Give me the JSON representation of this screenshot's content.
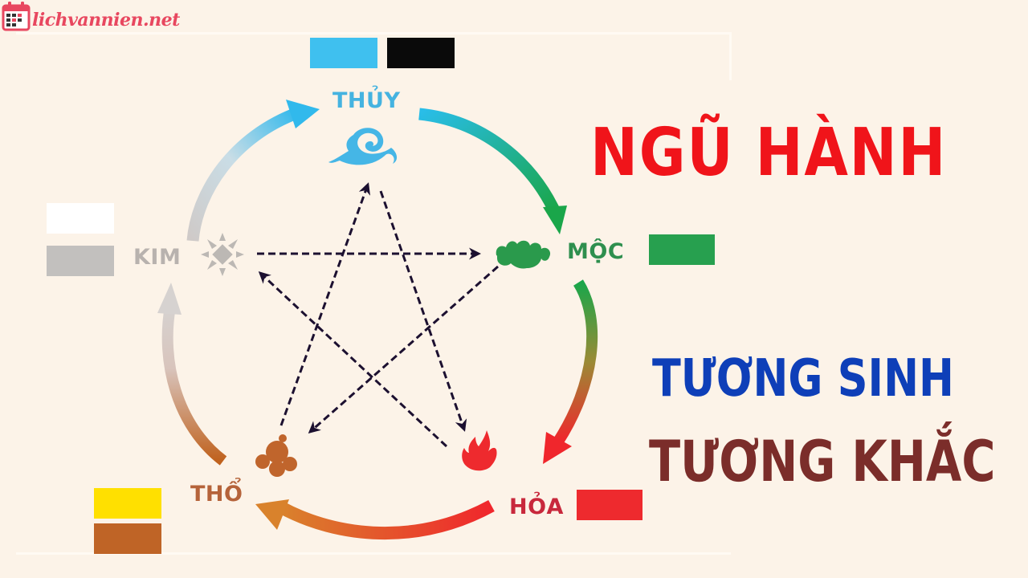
{
  "watermark": {
    "site": "lichvannien.net",
    "icon": "calendar-icon",
    "color": "#e8475f"
  },
  "title": {
    "main": "NGŨ HÀNH",
    "line1": "TƯƠNG SINH",
    "line2": "TƯƠNG KHẮC",
    "colors": {
      "main": "#f0141a",
      "line1": "#0e3fb8",
      "line2": "#7b2d2a"
    }
  },
  "elements": [
    {
      "key": "thuy",
      "label": "THỦY",
      "icon": "water-wave-icon",
      "color": "#45b3e0",
      "swatches": [
        "#3fc0ef",
        "#0a0a0a"
      ]
    },
    {
      "key": "moc",
      "label": "MỘC",
      "icon": "wood-dragon-icon",
      "color": "#2e8f4e",
      "swatches": [
        "#27a04f"
      ]
    },
    {
      "key": "hoa",
      "label": "HỎA",
      "icon": "fire-flame-icon",
      "color": "#c8283c",
      "swatches": [
        "#ee2a2e"
      ]
    },
    {
      "key": "tho",
      "label": "THỔ",
      "icon": "earth-clod-icon",
      "color": "#b5633a",
      "swatches": [
        "#ffe000",
        "#bf6426"
      ]
    },
    {
      "key": "kim",
      "label": "KIM",
      "icon": "metal-star-icon",
      "color": "#b8b2ae",
      "swatches": [
        "#ffffff",
        "#c2c0be"
      ]
    }
  ],
  "cycles": {
    "generating": {
      "name": "TƯƠNG SINH",
      "style": "solid-curved-arrows",
      "edges": [
        [
          "KIM",
          "THỦY"
        ],
        [
          "THỦY",
          "MỘC"
        ],
        [
          "MỘC",
          "HỎA"
        ],
        [
          "HỎA",
          "THỔ"
        ],
        [
          "THỔ",
          "KIM"
        ]
      ]
    },
    "overcoming": {
      "name": "TƯƠNG KHẮC",
      "style": "dashed-straight-arrows",
      "color": "#1c1030",
      "edges": [
        [
          "KIM",
          "MỘC"
        ],
        [
          "MỘC",
          "THỔ"
        ],
        [
          "THỔ",
          "THỦY"
        ],
        [
          "THỦY",
          "HỎA"
        ],
        [
          "HỎA",
          "KIM"
        ]
      ]
    }
  }
}
